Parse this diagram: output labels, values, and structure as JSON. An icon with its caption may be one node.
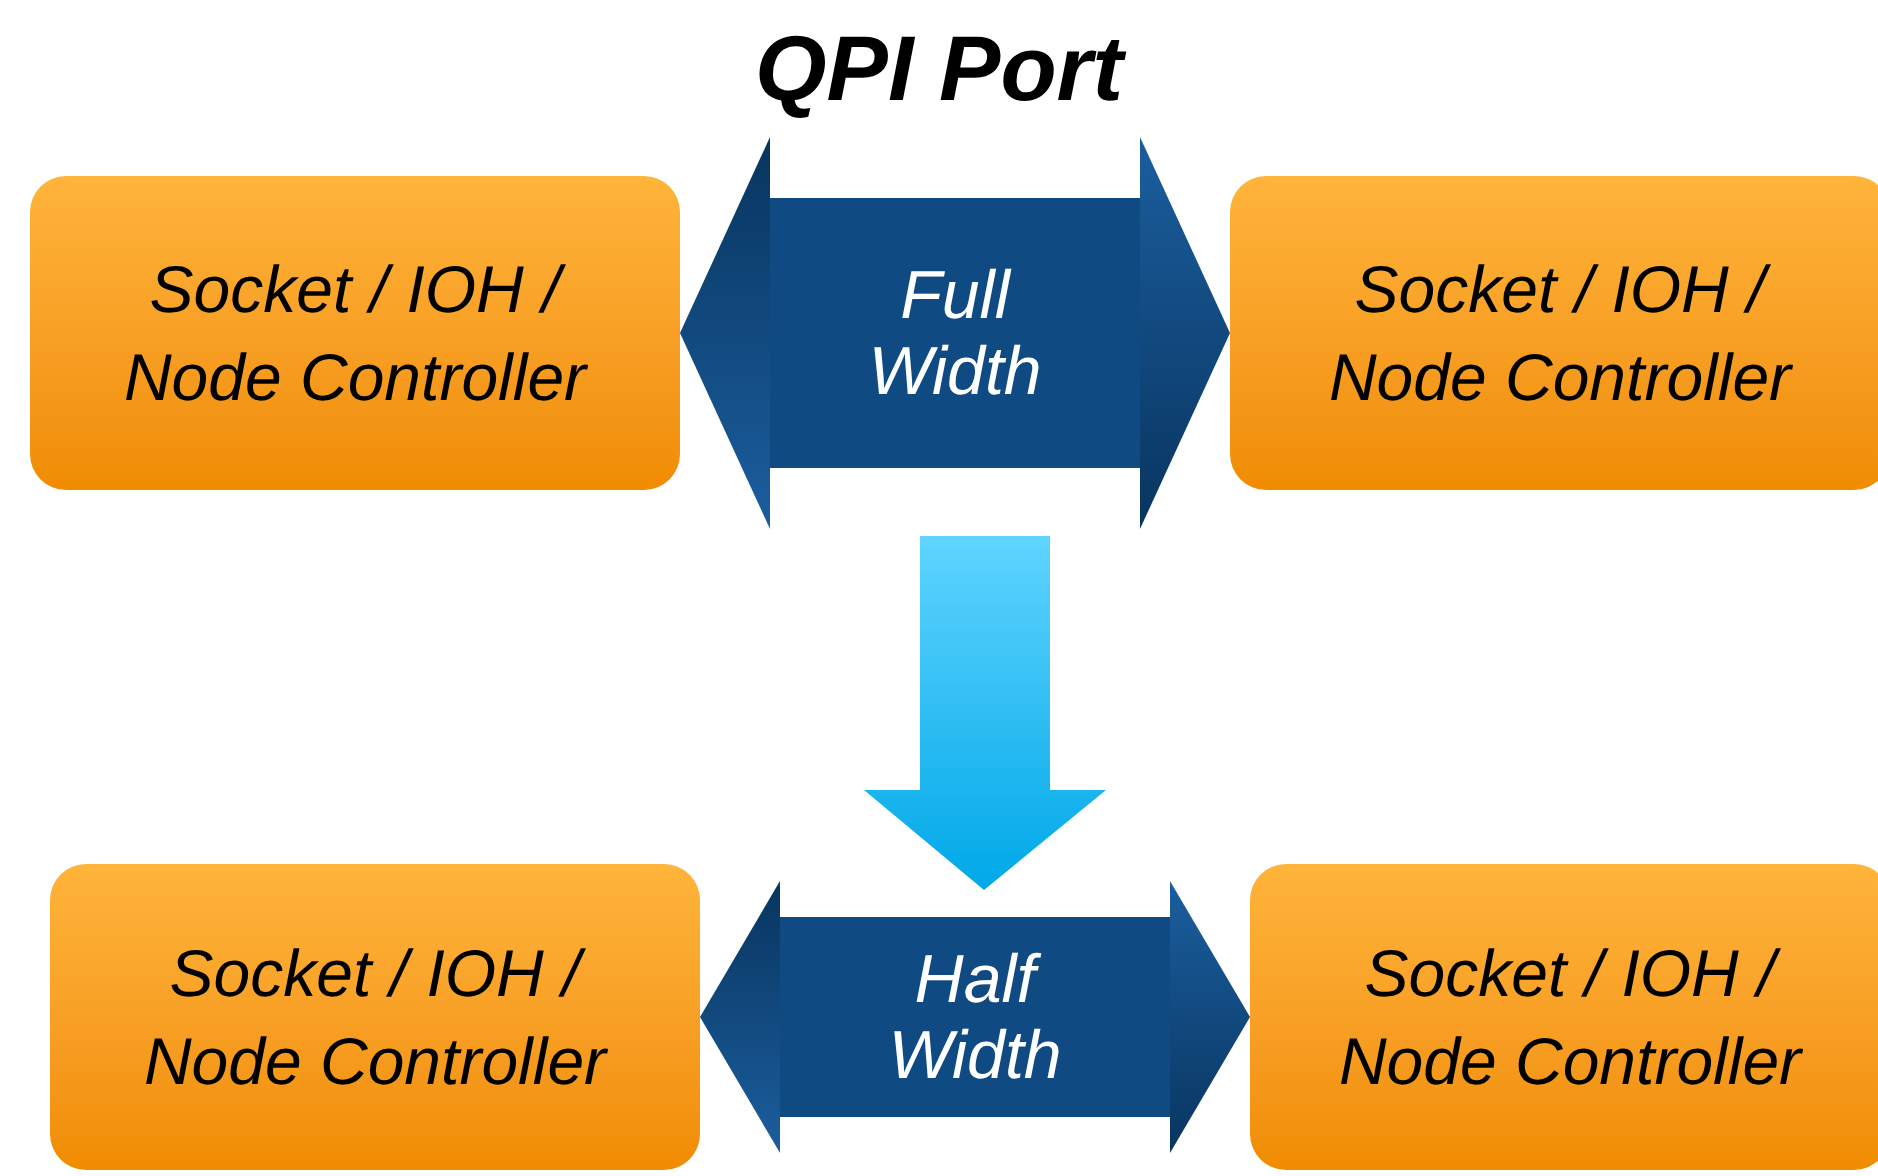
{
  "diagram": {
    "title": "QPI Port",
    "nodes": [
      {
        "text": [
          "Socket / IOH / Node Controller"
        ]
      },
      {
        "text": [
          "Socket / IOH / Node Controller"
        ]
      },
      {
        "text": [
          "Socket / IOH / Node Controller"
        ]
      },
      {
        "text": [
          "Socket / IOH / Node Controller"
        ]
      }
    ],
    "edges": [
      {
        "from": 0,
        "to": 1,
        "arrow": "both",
        "label": "Full Width"
      },
      {
        "from": 2,
        "to": 3,
        "arrow": "both",
        "label": "Half Width"
      }
    ]
  }
}
